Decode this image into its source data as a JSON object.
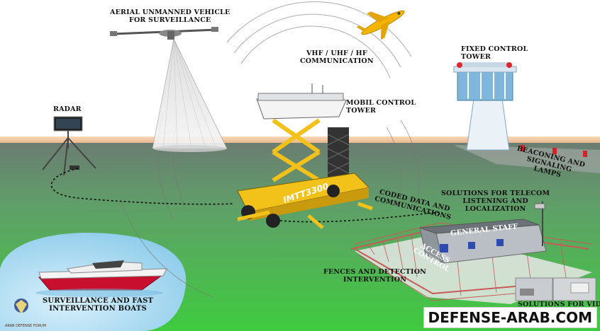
{
  "labels": {
    "aerial": "AERIAL UNMANNED VEHICLE\nFOR SURVEILLANCE",
    "radar": "RADAR",
    "comm": "VHF / UHF / HF\nCOMMUNICATION",
    "mobil": "MOBIL CONTROL\nTOWER",
    "fixed": "FIXED CONTROL\nTOWER",
    "beacon": "BEACONING AND\nSIGNALING\nLAMPS",
    "coded": "CODED DATA AND\nCOMMUNICATIONS",
    "telecom": "SOLUTIONS FOR TELECOM\nLISTENING AND\nLOCALIZATION",
    "general_staff": "GENERAL STAFF",
    "access": "ACCESS\nCONTROL",
    "fences": "FENCES AND DETECTION\nINTERVENTION",
    "boats": "SURVEILLANCE AND FAST\nINTERVENTION BOATS",
    "video": "SOLUTIONS FOR VIDEO",
    "lift_brand": "IMTT3300"
  },
  "watermark": "DEFENSE-ARAB.COM",
  "logo_text": "ARAB DEFENSE FORUM",
  "colors": {
    "sky": "#ffffff",
    "ground_top": "#6b7d72",
    "ground_bottom": "#4cc24c",
    "horizon": "#f4c9a2",
    "lift_yellow": "#f2c21b",
    "tower_blue": "#7fb6dc",
    "fence_red": "#c85a5a",
    "water": "#9fd4ef"
  },
  "icons": [
    "drone-icon",
    "airplane-icon",
    "radar-icon",
    "mobile-tower-icon",
    "fixed-tower-icon",
    "boat-icon",
    "building-icon",
    "camera-icon"
  ]
}
